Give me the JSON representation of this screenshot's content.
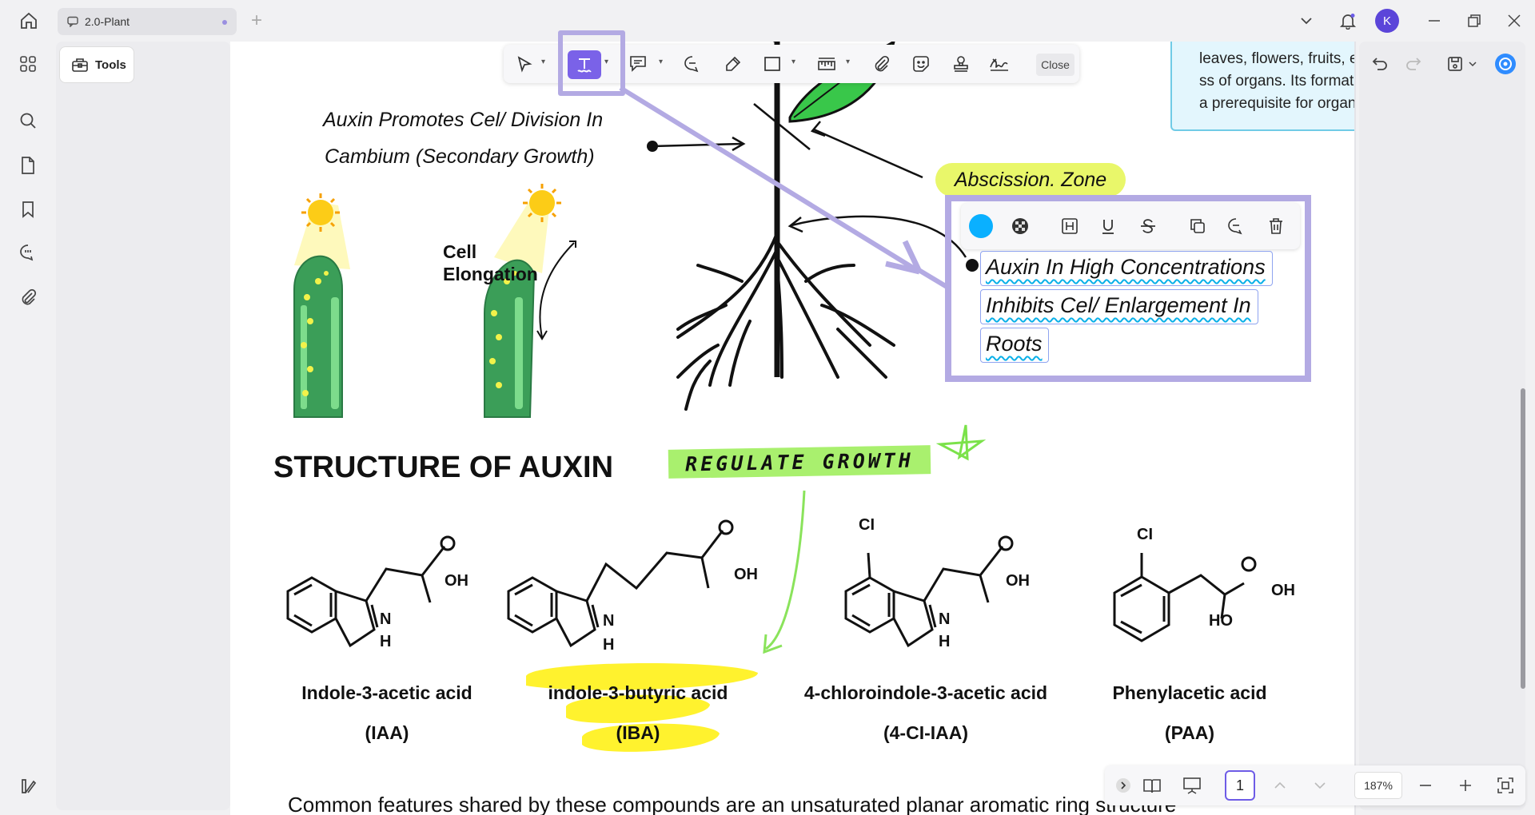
{
  "tab": {
    "title": "2.0-Plant"
  },
  "user": {
    "initial": "K"
  },
  "tools_panel": {
    "label": "Tools"
  },
  "toolbar": {
    "close_label": "Close"
  },
  "document": {
    "note_text": [
      "leaves, flowers, fruits, etc.) during the",
      "ss of organs. Its formation is",
      "a prerequisite for organ shedding."
    ],
    "auxin_cambium": [
      "Auxin Promotes Cel/ Division In",
      "Cambium (Secondary Growth)"
    ],
    "cell_elongation": [
      "Cell",
      "Elongation"
    ],
    "abscission_label": "Abscission. Zone",
    "edit_text_lines": [
      "Auxin In High Concentrations",
      "Inhibits Cel/ Enlargement In",
      "Roots"
    ],
    "section_title": "STRUCTURE OF AUXIN",
    "regulate_label": "REGULATE GROWTH",
    "compounds": [
      {
        "name": "Indole-3-acetic acid",
        "abbr": "(IAA)"
      },
      {
        "name": "indole-3-butyric acid",
        "abbr": "(IBA)"
      },
      {
        "name": "4-chloroindole-3-acetic acid",
        "abbr": "(4-CI-IAA)"
      },
      {
        "name": "Phenylacetic acid",
        "abbr": "(PAA)"
      }
    ],
    "chem_labels": {
      "oh": "OH",
      "ho": "HO",
      "n": "N",
      "h": "H",
      "cl": "CI"
    },
    "bottom_line": "Common features shared by these compounds are an unsaturated planar aromatic ring structure"
  },
  "statusbar": {
    "page": "1",
    "zoom": "187%"
  }
}
